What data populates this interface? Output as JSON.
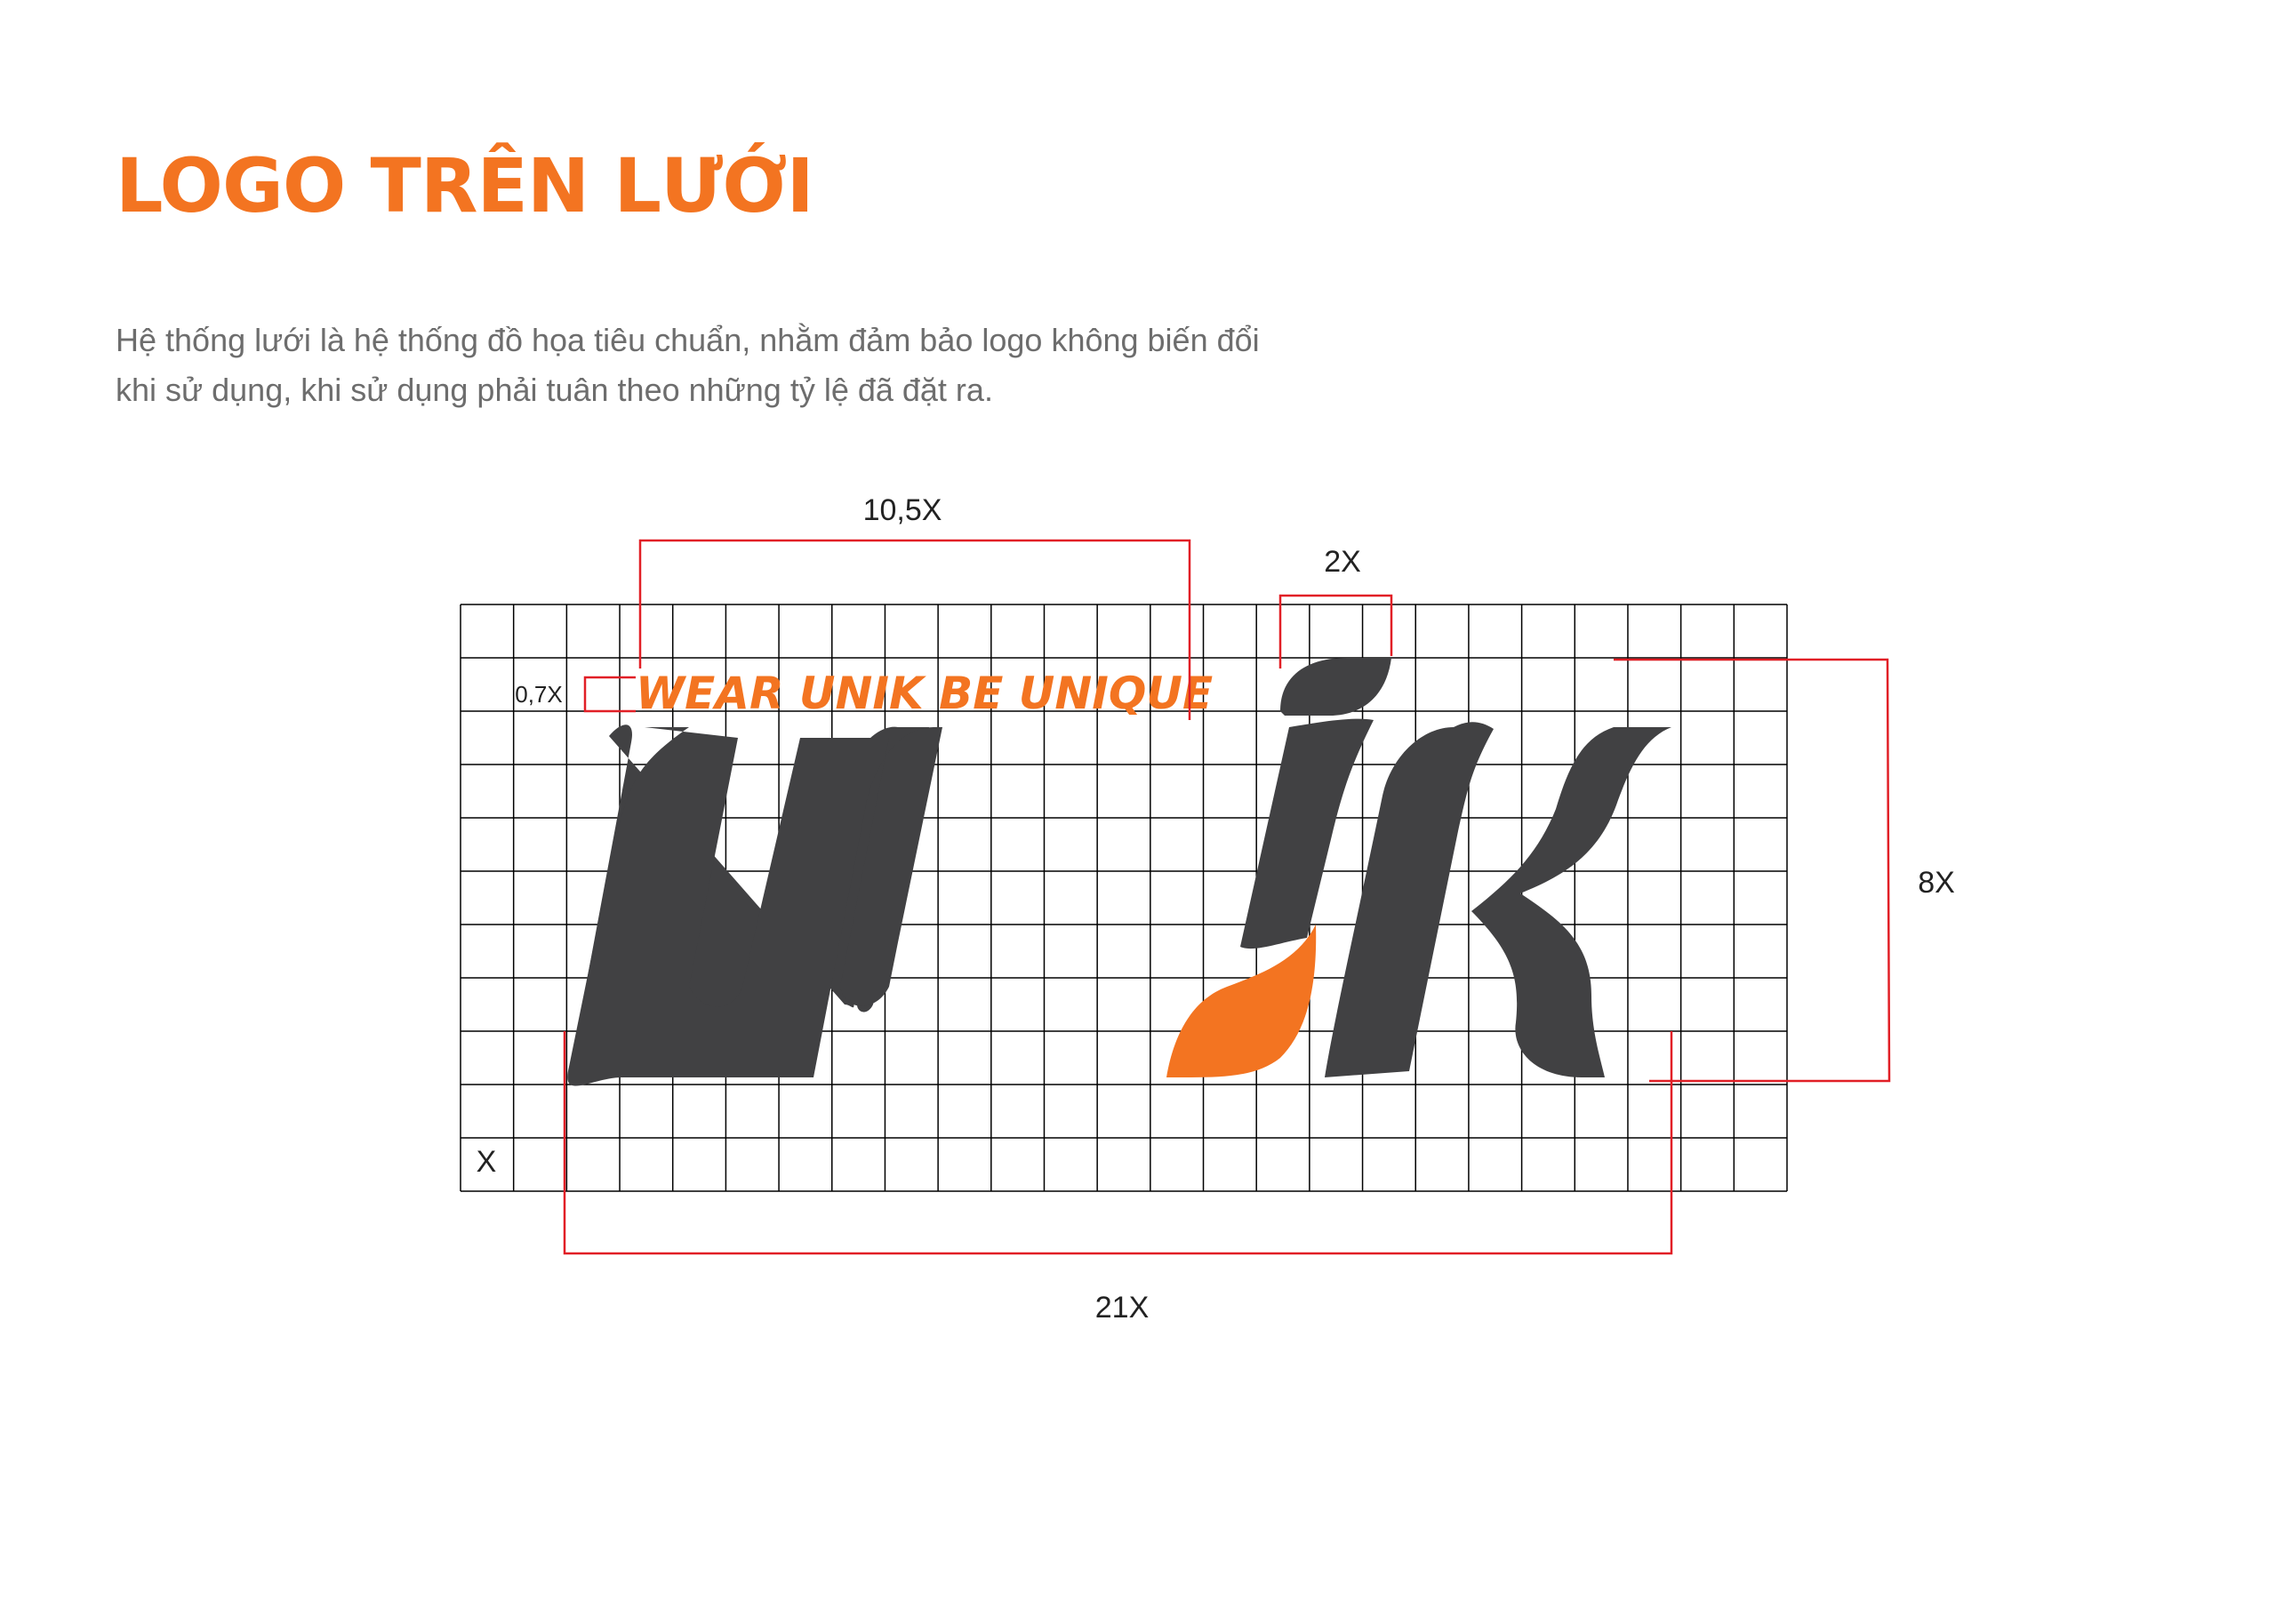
{
  "title": "LOGO TRÊN LƯỚI",
  "description": {
    "line1": "Hệ thống lưới là hệ thống đồ họa tiêu chuẩn, nhằm đảm bảo logo không biến đổi",
    "line2": "khi sử dụng, khi sử dụng phải tuân theo những tỷ lệ đã đặt ra."
  },
  "logo": {
    "tagline": "WEAR UNIK BE UNIQUE",
    "brand_dark": "#414143",
    "brand_orange": "#f37421"
  },
  "dimensions": {
    "tagline_width": "10,5X",
    "dot_width": "2X",
    "tagline_height": "0,7X",
    "logo_height": "8X",
    "logo_width": "21X",
    "unit": "X"
  },
  "grid": {
    "columns": 25,
    "rows": 11
  },
  "colors": {
    "accent": "#f37421",
    "measure_line": "#e11f26",
    "grid_line": "#000000",
    "body_text": "#6d6d6d"
  }
}
